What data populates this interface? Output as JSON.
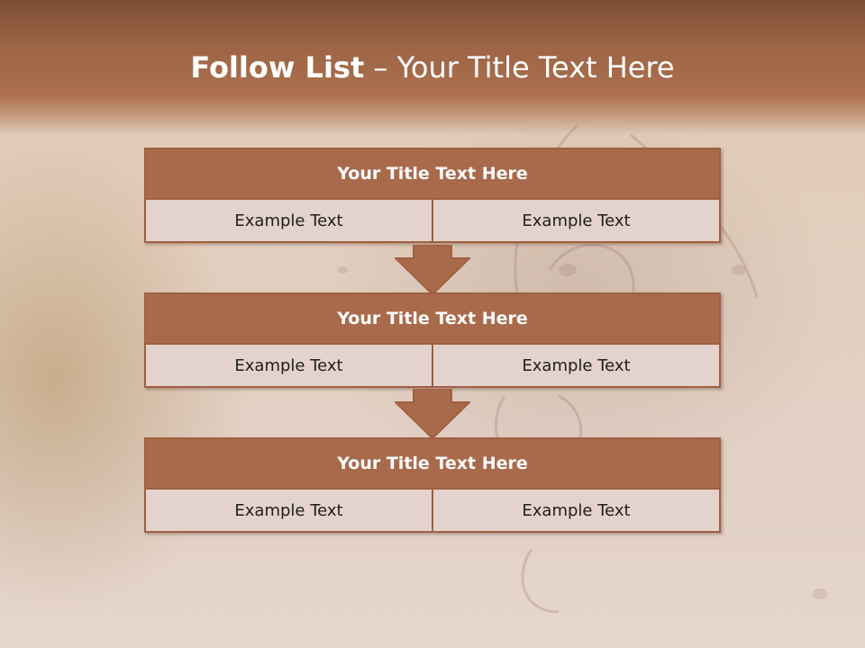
{
  "title": {
    "bold": "Follow List",
    "rest": " – Your Title Text Here"
  },
  "steps": [
    {
      "title": "Your Title Text Here",
      "left": "Example Text",
      "right": "Example Text"
    },
    {
      "title": "Your Title Text Here",
      "left": "Example Text",
      "right": "Example Text"
    },
    {
      "title": "Your Title Text Here",
      "left": "Example Text",
      "right": "Example Text"
    }
  ],
  "colors": {
    "header": "#a96a4b",
    "box_title": "#a96a4b",
    "box_border": "#9e6042",
    "box_cell": "#e4d2cc",
    "arrow": "#a96a4b"
  }
}
